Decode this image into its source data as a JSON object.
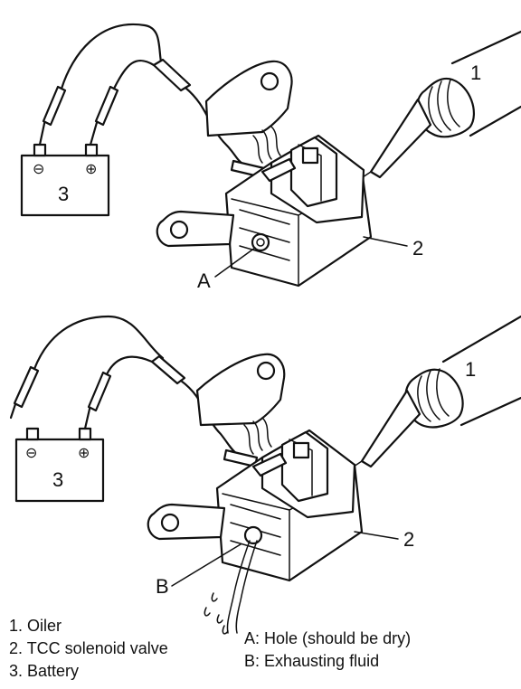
{
  "labels": {
    "oiler_num": "1",
    "solenoid_num": "2",
    "battery_num": "3",
    "hole_letter": "A",
    "fluid_letter": "B"
  },
  "battery_terminals": {
    "negative": "⊖",
    "positive": "⊕"
  },
  "legend": {
    "left": [
      "1. Oiler",
      "2. TCC solenoid valve",
      "3. Battery"
    ],
    "right": [
      "A: Hole (should be dry)",
      "B: Exhausting fluid"
    ]
  }
}
